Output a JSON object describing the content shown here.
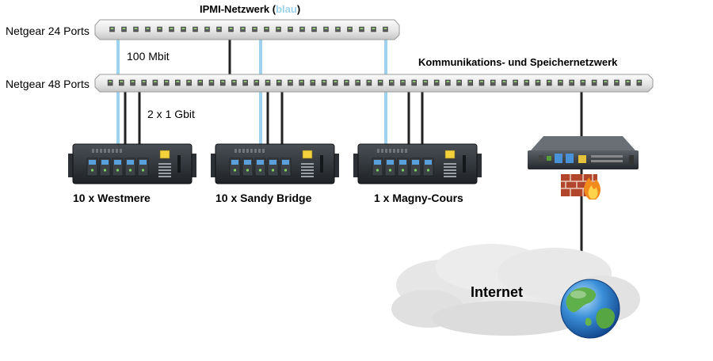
{
  "title": {
    "prefix": "IPMI-Netzwerk (",
    "highlight": "blau",
    "suffix": ")",
    "highlight_color": "#9ed2ee"
  },
  "network_label": "Kommunikations- und Speichernetzwerk",
  "switches": {
    "top": {
      "label": "Netgear 24 Ports",
      "ports": 24
    },
    "bottom": {
      "label": "Netgear 48 Ports",
      "ports": 48
    }
  },
  "links": {
    "ipmi_speed": "100 Mbit",
    "data_speed": "2 x 1 Gbit"
  },
  "clusters": [
    {
      "label": "10 x Westmere",
      "icon": "rack-server-icon"
    },
    {
      "label": "10 x Sandy Bridge",
      "icon": "rack-server-icon"
    },
    {
      "label": "1 x Magny-Cours",
      "icon": "rack-server-icon"
    }
  ],
  "gateway": {
    "icon": "router-icon",
    "firewall_icon": "firewall-icon"
  },
  "internet": {
    "label": "Internet",
    "icon": "globe-icon",
    "cloud_icon": "cloud-icon"
  },
  "colors": {
    "ipmi_cable": "#9ed2ee",
    "data_cable": "#222222",
    "firewall": "#b2462c",
    "flame": "#f28a1c"
  }
}
